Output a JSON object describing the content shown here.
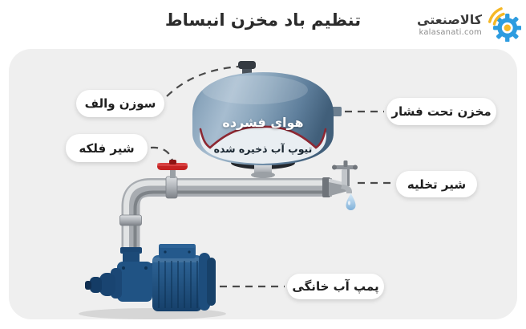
{
  "header": {
    "title": "تنظیم باد مخزن انبساط",
    "logo": {
      "brand": "کالاصنعتی",
      "domain": "kalasanati.com"
    }
  },
  "diagram": {
    "labels": {
      "needle_valve": "سوزن والف",
      "gate_valve": "شیر فلکه",
      "pressure_tank": "مخزن تحت فشار",
      "drain_valve": "شیر تخلیه",
      "water_pump": "پمپ آب خانگی"
    },
    "tank": {
      "air_label": "هوای فشرده",
      "water_label": "تیوپ آب ذخیره شده"
    },
    "colors": {
      "card_background": "#efefef",
      "tank_blue": "#8aa5bc",
      "pump_navy": "#205384",
      "valve_red": "#c42222",
      "droplet_blue": "#7fb0d9",
      "connector_gray": "#4a4a4a",
      "brand_blue": "#2d9ce0",
      "brand_yellow": "#f6b826"
    }
  }
}
